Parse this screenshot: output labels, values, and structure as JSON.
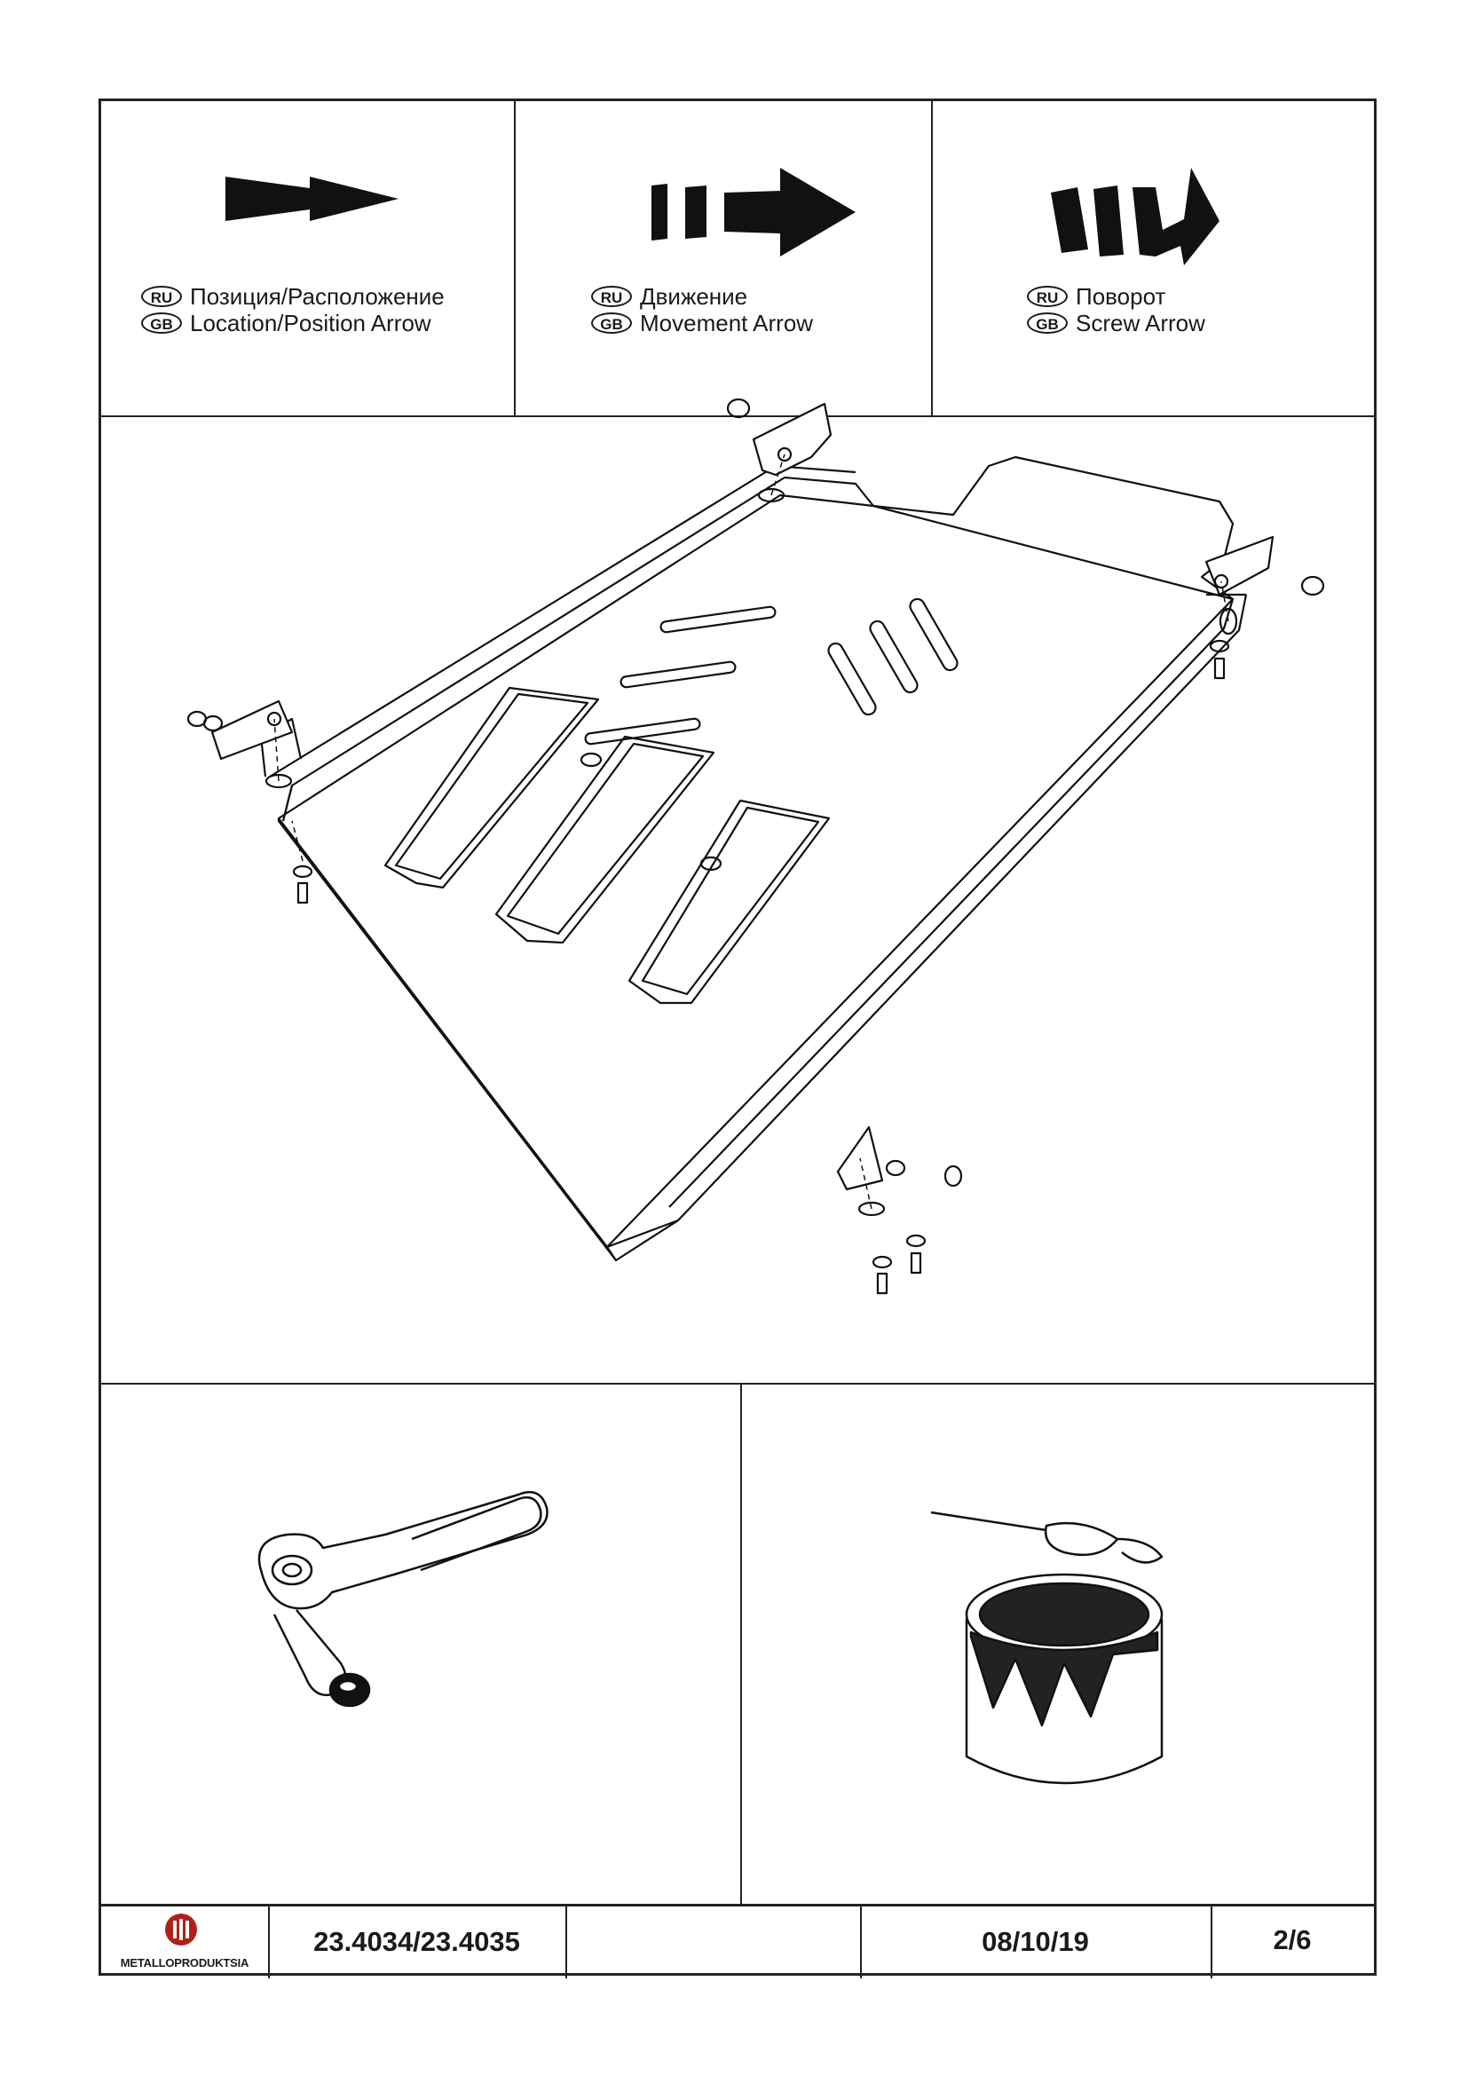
{
  "legend": [
    {
      "ru_badge": "RU",
      "gb_badge": "GB",
      "ru_text": "Позиция/Расположение",
      "gb_text": "Location/Position Arrow"
    },
    {
      "ru_badge": "RU",
      "gb_badge": "GB",
      "ru_text": "Движение",
      "gb_text": "Movement Arrow"
    },
    {
      "ru_badge": "RU",
      "gb_badge": "GB",
      "ru_text": "Поворот",
      "gb_text": "Screw Arrow"
    }
  ],
  "footer": {
    "brand": "METALLOPRODUKTSIA",
    "part_number": "23.4034/23.4035",
    "blank": "",
    "date": "08/10/19",
    "page": "2/6"
  },
  "icons": [
    "location-arrow-icon",
    "movement-arrow-icon",
    "screw-arrow-icon",
    "skid-plate-drawing",
    "ratchet-wrench-icon",
    "paint-brush-can-icon",
    "brand-logo-icon"
  ]
}
